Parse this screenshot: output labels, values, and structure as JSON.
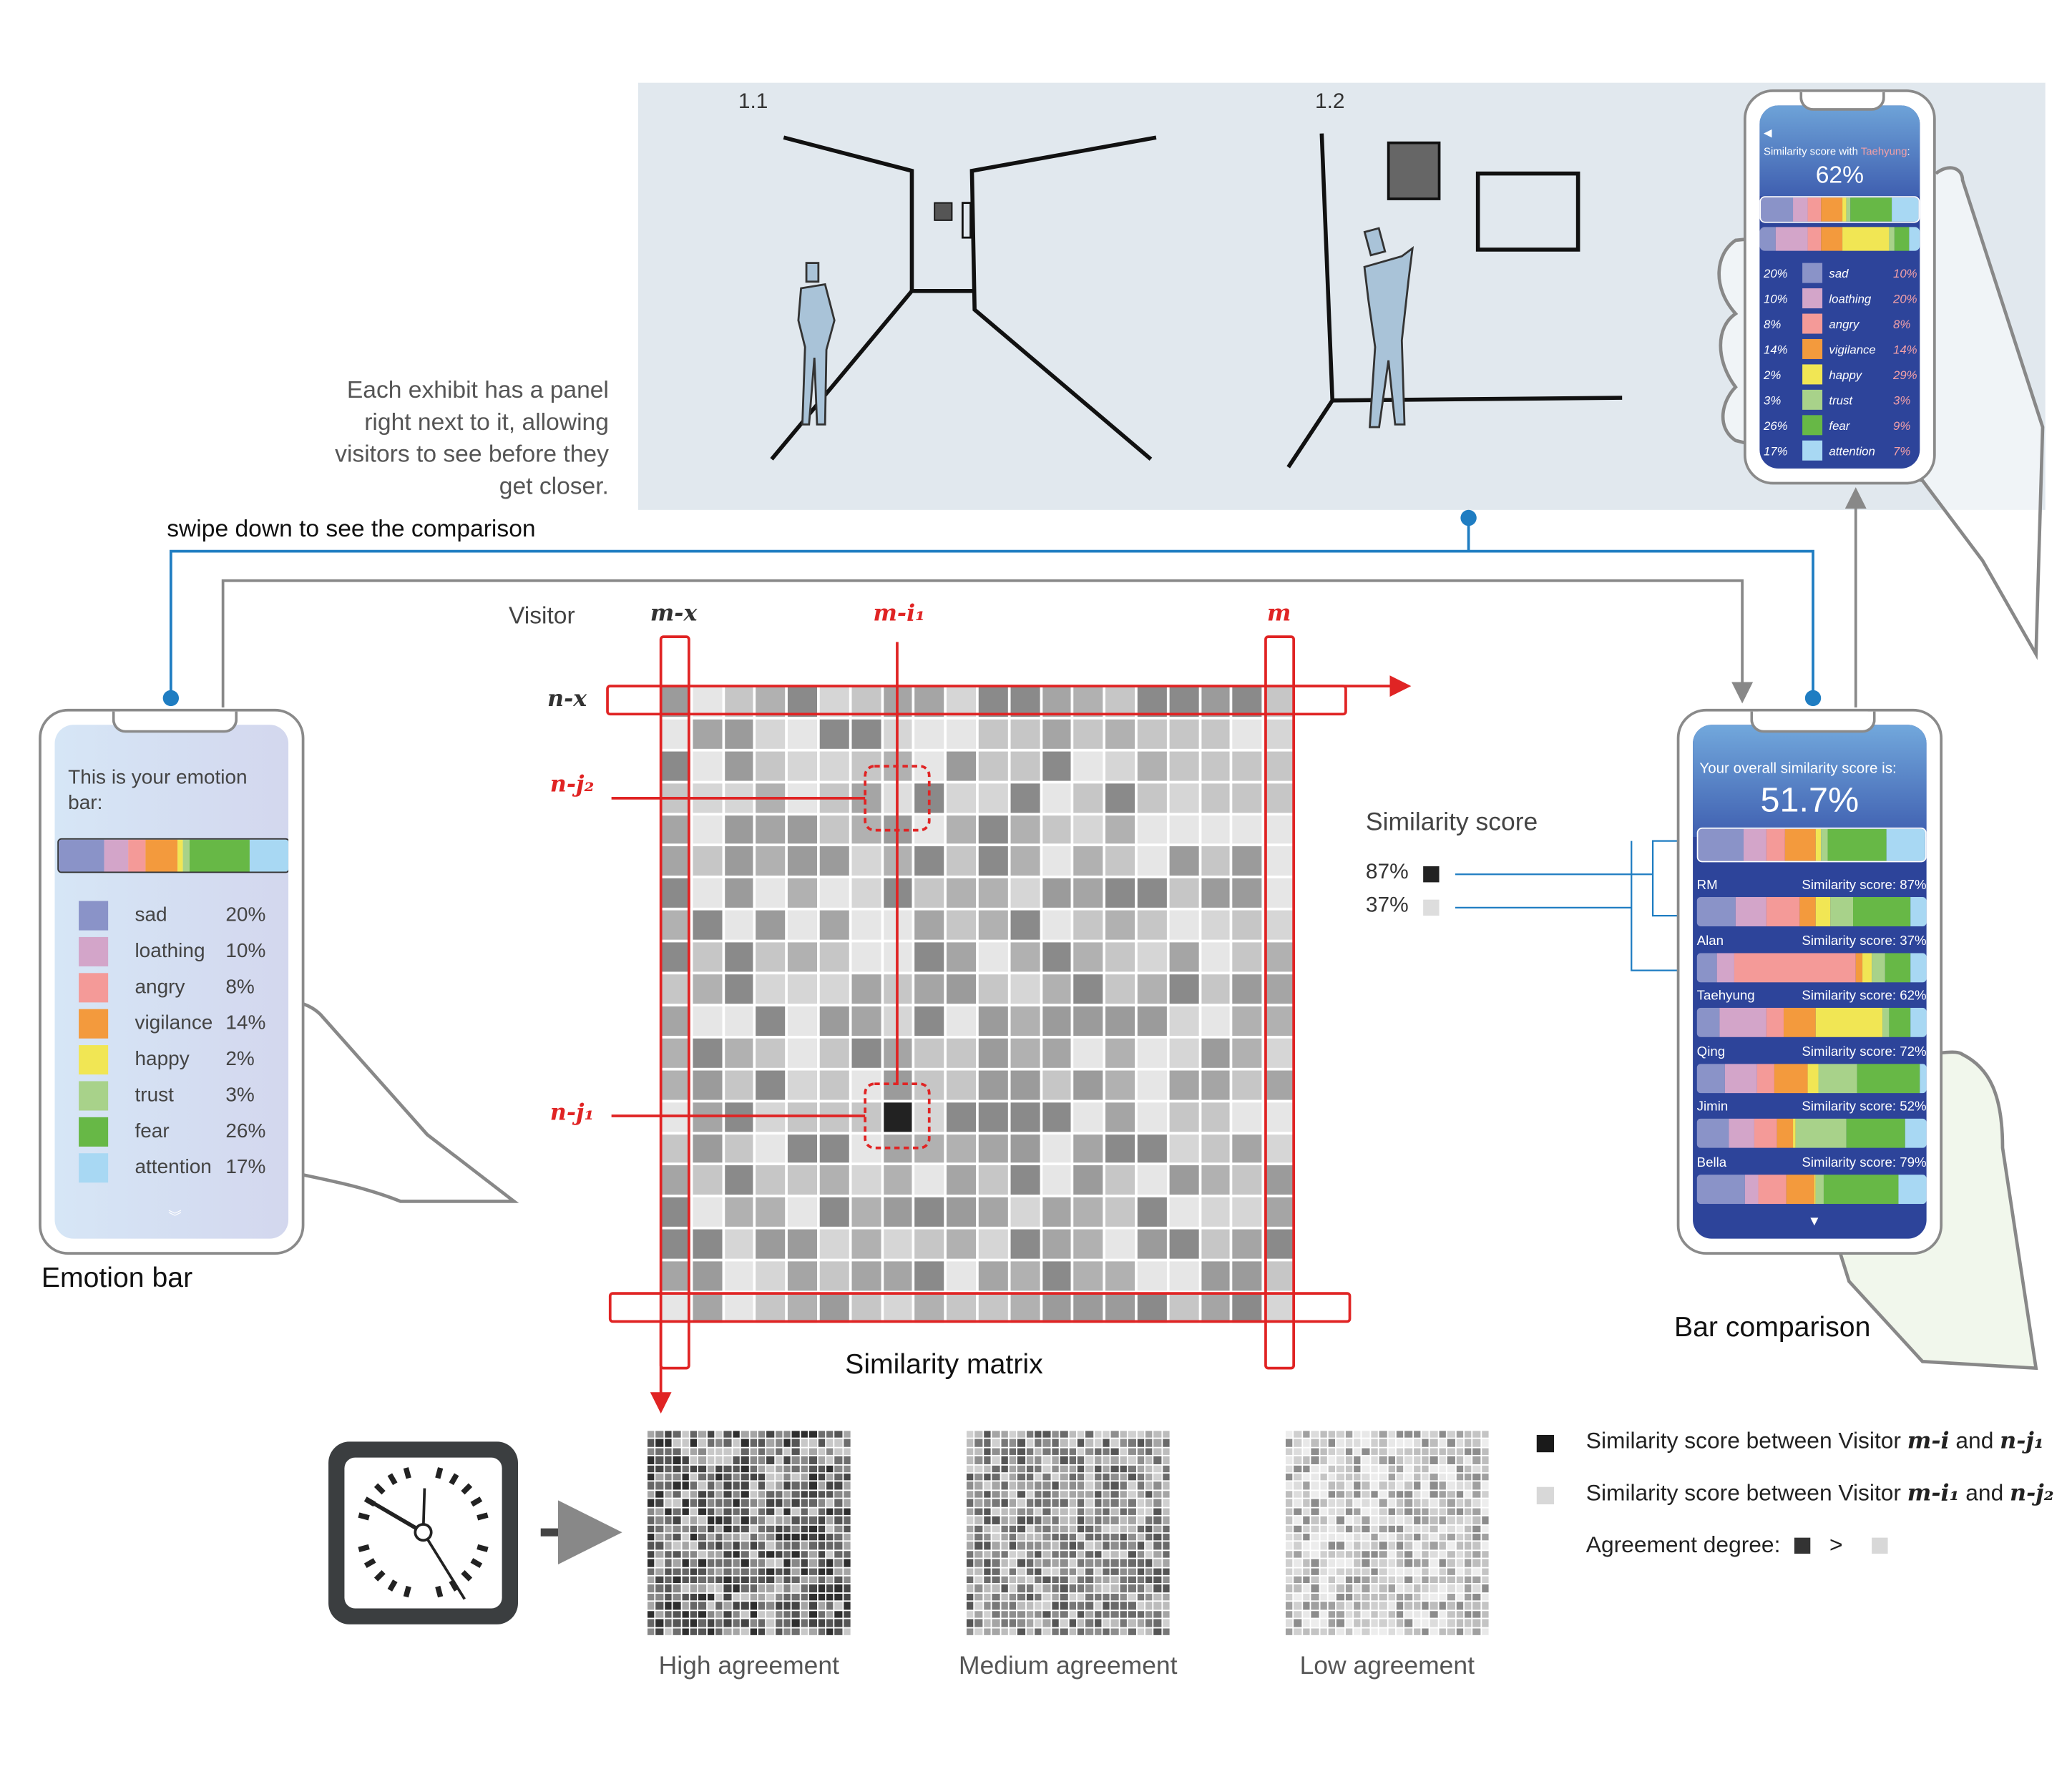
{
  "panel": {
    "scene_1_label": "1.1",
    "scene_2_label": "1.2",
    "caption_lines": [
      "Each exhibit has a panel",
      "right next to it, allowing",
      "visitors to see before they",
      "get closer."
    ],
    "background": "#e1e8ee"
  },
  "swipe_text": "swipe down to see the comparison",
  "emotions": [
    {
      "name": "sad",
      "color": "#8a93c8"
    },
    {
      "name": "loathing",
      "color": "#d3a5c9"
    },
    {
      "name": "angry",
      "color": "#f49a98"
    },
    {
      "name": "vigilance",
      "color": "#f39a3d"
    },
    {
      "name": "happy",
      "color": "#f1e654"
    },
    {
      "name": "trust",
      "color": "#a8d28a"
    },
    {
      "name": "fear",
      "color": "#67b846"
    },
    {
      "name": "attention",
      "color": "#a8d8f3"
    }
  ],
  "emotion_phone": {
    "title": "This is your emotion bar:",
    "values": [
      20,
      10,
      8,
      14,
      2,
      3,
      26,
      17
    ],
    "caption": "Emotion bar"
  },
  "exhibit_phone": {
    "title_prefix": "Similarity score with ",
    "name": "Taehyung",
    "title_suffix": ":",
    "score": "62%",
    "you": [
      20,
      10,
      8,
      14,
      2,
      3,
      26,
      17
    ],
    "other": [
      10,
      20,
      8,
      14,
      29,
      3,
      9,
      7
    ],
    "accent": "#f2a0a8"
  },
  "comparison_phone": {
    "title": "Your overall similarity score is:",
    "score": "51.7%",
    "you": [
      20,
      10,
      8,
      14,
      2,
      3,
      26,
      17
    ],
    "visitors": [
      {
        "name": "RM",
        "score_label": "Similarity score: 87%",
        "bar": [
          17,
          13,
          15,
          7,
          6,
          10,
          25,
          7
        ]
      },
      {
        "name": "Alan",
        "score_label": "Similarity score: 37%",
        "bar": [
          9,
          7,
          53,
          3,
          4,
          6,
          11,
          7
        ]
      },
      {
        "name": "Taehyung",
        "score_label": "Similarity score: 62%",
        "bar": [
          10,
          20,
          8,
          14,
          29,
          3,
          9,
          7
        ]
      },
      {
        "name": "Qing",
        "score_label": "Similarity score: 72%",
        "bar": [
          12,
          14,
          8,
          14,
          5,
          17,
          27,
          3
        ]
      },
      {
        "name": "Jimin",
        "score_label": "Similarity score: 52%",
        "bar": [
          14,
          11,
          10,
          7,
          1,
          22,
          26,
          9
        ]
      },
      {
        "name": "Bella",
        "score_label": "Similarity score: 79%",
        "bar": [
          21,
          6,
          12,
          12,
          1,
          3,
          33,
          12
        ]
      }
    ],
    "caption": "Bar comparison",
    "screen_color": "#2d449a"
  },
  "similarity_legend": {
    "title": "Similarity score",
    "items": [
      {
        "label": "87%",
        "color": "#222222"
      },
      {
        "label": "37%",
        "color": "#dddddd"
      }
    ]
  },
  "matrix": {
    "title": "Similarity matrix",
    "col_header": "Visitor",
    "col_labels": {
      "first": "m-x",
      "mid": "m-i₁",
      "last": "m"
    },
    "row_labels": {
      "first": "n-x",
      "j2": "n-j₂",
      "j1": "n-j₁"
    },
    "highlight_color": "#e02424"
  },
  "agreement": [
    "High agreement",
    "Medium agreement",
    "Low agreement"
  ],
  "legend": {
    "dark_prefix": "Similarity score between Visitor ",
    "dark_a": "m-i",
    "dark_and": " and ",
    "dark_b": "n-j₁",
    "light_prefix": "Similarity score between Visitor ",
    "light_a": "m-i₁",
    "light_and": " and ",
    "light_b": "n-j₂",
    "degree_label": "Agreement degree:",
    "degree_op": ">"
  }
}
